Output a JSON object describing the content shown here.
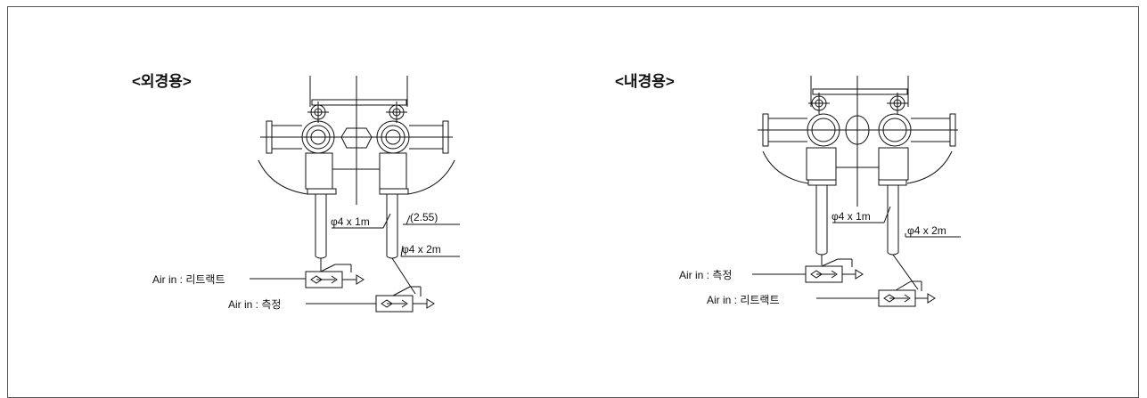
{
  "panels": {
    "outer": {
      "title": "<외경용>",
      "dim_tube1": "φ4 x 1m",
      "dim_tube2": "φ4 x 2m",
      "dim_offset": "(2.55)",
      "air_in_upper": "Air in : 리트랙트",
      "air_in_lower": "Air in : 측정"
    },
    "inner": {
      "title": "<내경용>",
      "dim_tube1": "φ4 x 1m",
      "dim_tube2": "φ4 x 2m",
      "air_in_upper": "Air in : 측정",
      "air_in_lower": "Air in : 리트랙트"
    }
  }
}
